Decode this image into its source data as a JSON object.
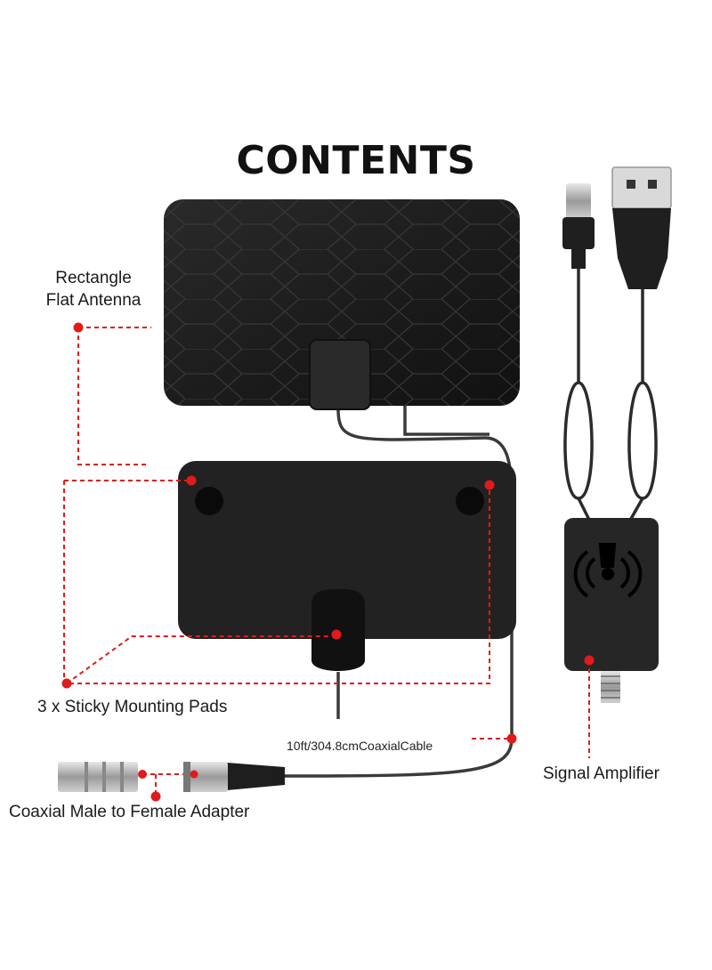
{
  "title": "CONTENTS",
  "labels": {
    "antenna_line1": "Rectangle",
    "antenna_line2": "Flat Antenna",
    "sticky_pads": "3 x Sticky Mounting Pads",
    "signal_amplifier": "Signal Amplifier",
    "adapter": "Coaxial Male to Female Adapter",
    "cable": "10ft/304.8cmCoaxialCable"
  },
  "colors": {
    "callout_red": "#e01b1b",
    "product_black": "#1e1e1e"
  },
  "icons": {
    "amplifier_symbol": "signal-broadcast-icon",
    "usb": "usb-plug-icon"
  }
}
